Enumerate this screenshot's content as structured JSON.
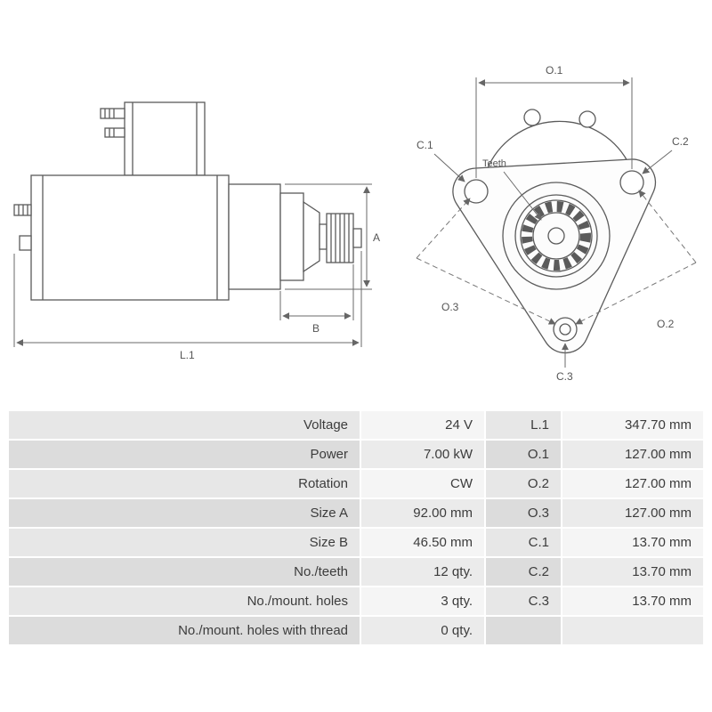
{
  "colors": {
    "background": "#ffffff",
    "line": "#5b5b5b",
    "dash_line": "#777777",
    "text": "#3c3c3c",
    "row_label_odd": "#e7e7e7",
    "row_value_odd": "#f5f5f5",
    "row_label_even": "#dcdcdc",
    "row_value_even": "#ebebeb"
  },
  "diagram": {
    "side_view": {
      "labels": {
        "a": "A",
        "b": "B",
        "l1": "L.1"
      }
    },
    "front_view": {
      "labels": {
        "o1": "O.1",
        "c1": "C.1",
        "c2": "C.2",
        "teeth": "Teeth",
        "o3": "O.3",
        "o2": "O.2",
        "c3": "C.3"
      }
    }
  },
  "table": {
    "rows": [
      {
        "label": "Voltage",
        "value": "24 V",
        "dim": "L.1",
        "dim_value": "347.70 mm"
      },
      {
        "label": "Power",
        "value": "7.00 kW",
        "dim": "O.1",
        "dim_value": "127.00 mm"
      },
      {
        "label": "Rotation",
        "value": "CW",
        "dim": "O.2",
        "dim_value": "127.00 mm"
      },
      {
        "label": "Size A",
        "value": "92.00 mm",
        "dim": "O.3",
        "dim_value": "127.00 mm"
      },
      {
        "label": "Size B",
        "value": "46.50 mm",
        "dim": "C.1",
        "dim_value": "13.70 mm"
      },
      {
        "label": "No./teeth",
        "value": "12 qty.",
        "dim": "C.2",
        "dim_value": "13.70 mm"
      },
      {
        "label": "No./mount. holes",
        "value": "3 qty.",
        "dim": "C.3",
        "dim_value": "13.70 mm"
      },
      {
        "label": "No./mount. holes with thread",
        "value": "0 qty.",
        "dim": "",
        "dim_value": ""
      }
    ]
  }
}
